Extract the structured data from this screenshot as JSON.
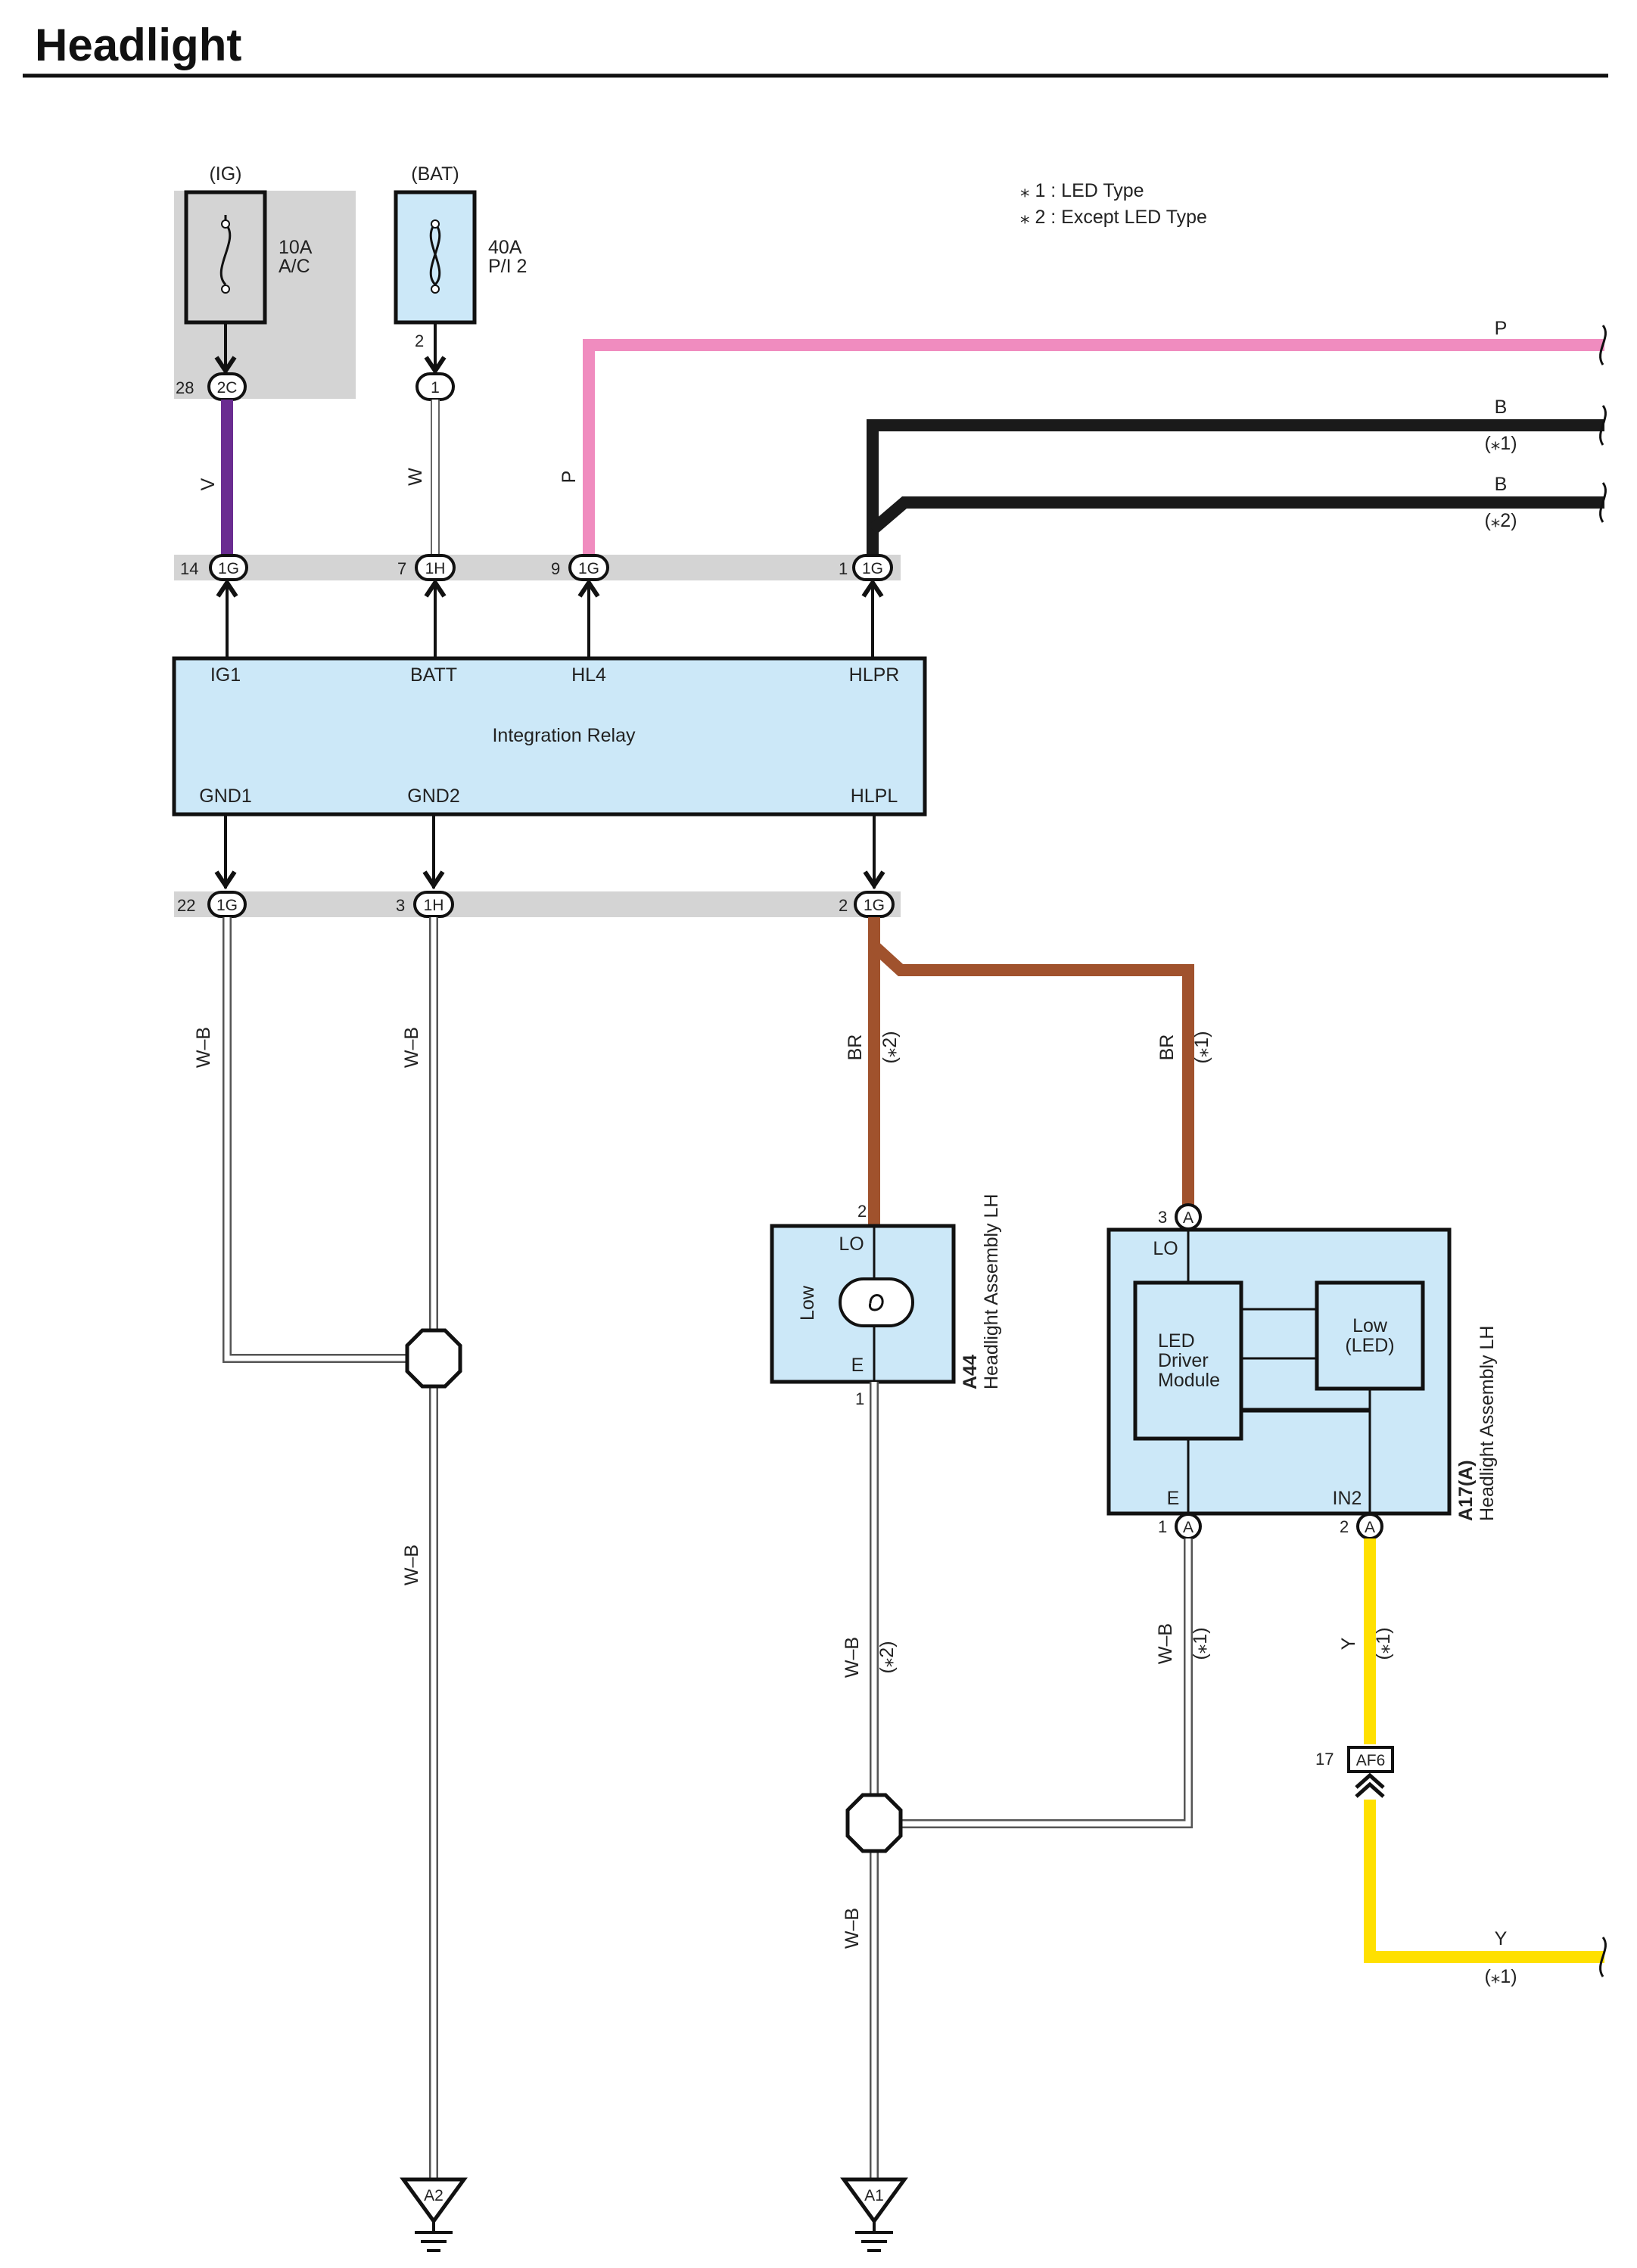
{
  "title": "Headlight",
  "notes": [
    "⁎ 1 : LED Type",
    "⁎ 2 : Except LED Type"
  ],
  "colors": {
    "violet": "#6a2c91",
    "pink": "#f08cbf",
    "black": "#1a1a1a",
    "brown": "#a0522d",
    "yellow": "#ffe000",
    "component_fill": "#cce8f8",
    "grey_band": "#d4d4d4"
  },
  "fuses": {
    "ig": {
      "source": "(IG)",
      "rating": "10A",
      "name": "A/C",
      "pin": "28",
      "connector": "2C"
    },
    "bat": {
      "source": "(BAT)",
      "rating": "40A",
      "name": "P/I 2",
      "pin": "2",
      "connector": "1"
    }
  },
  "relay": {
    "name": "Integration Relay",
    "pins_top": [
      "IG1",
      "BATT",
      "HL4",
      "HLPR"
    ],
    "pins_bottom": [
      "GND1",
      "GND2",
      "HLPL"
    ],
    "top_connectors": [
      {
        "pin": "14",
        "conn": "1G"
      },
      {
        "pin": "7",
        "conn": "1H"
      },
      {
        "pin": "9",
        "conn": "1G"
      },
      {
        "pin": "1",
        "conn": "1G"
      }
    ],
    "bottom_connectors": [
      {
        "pin": "22",
        "conn": "1G"
      },
      {
        "pin": "3",
        "conn": "1H"
      },
      {
        "pin": "2",
        "conn": "1G"
      }
    ]
  },
  "wires": {
    "v": "V",
    "w": "W",
    "p": "P",
    "b": "B",
    "br": "BR",
    "wb": "W–B",
    "y": "Y",
    "note1": "(⁎1)",
    "note2": "(⁎2)"
  },
  "a44": {
    "code": "A44",
    "name": "Headlight Assembly LH",
    "pin_lo": "2",
    "pin_e": "1",
    "lo": "LO",
    "e": "E",
    "lamp": "Low"
  },
  "a17": {
    "code": "A17(A)",
    "name": "Headlight Assembly LH",
    "pin_lo": "3",
    "pin_e": "1",
    "pin_in2": "2",
    "conn": "A",
    "lo": "LO",
    "e": "E",
    "in2": "IN2",
    "driver": [
      "LED",
      "Driver",
      "Module"
    ],
    "lamp": [
      "Low",
      "(LED)"
    ]
  },
  "af6": {
    "pin": "17",
    "conn": "AF6"
  },
  "grounds": [
    "A2",
    "A1"
  ]
}
